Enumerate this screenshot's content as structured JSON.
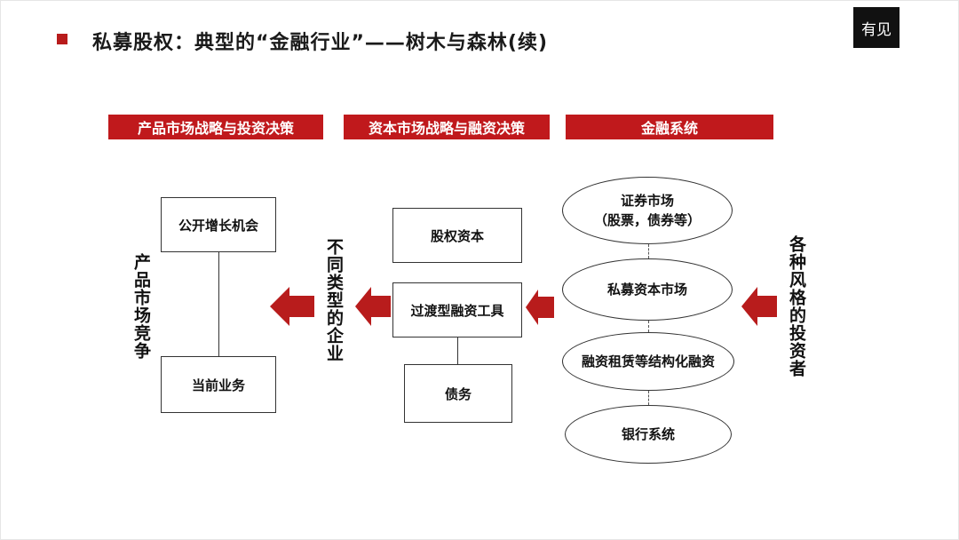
{
  "slide": {
    "title": "私募股权：典型的“金融行业”——树木与森林(续)",
    "logo_text": "有见"
  },
  "headers": {
    "product_market": "产品市场战略与投资决策",
    "capital_market": "资本市场战略与融资决策",
    "financial_system": "金融系统"
  },
  "left_column": {
    "top_box": "公开增长机会",
    "bottom_box": "当前业务",
    "side_label": "产品市场竞争"
  },
  "middle_column": {
    "side_label": "不同类型的企业",
    "boxes": [
      "股权资本",
      "过渡型融资工具",
      "债务"
    ]
  },
  "right_column": {
    "side_label": "各种风格的投资者",
    "ellipses": [
      {
        "line1": "证券市场",
        "line2": "（股票，债券等）"
      },
      {
        "line1": "私募资本市场",
        "line2": ""
      },
      {
        "line1": "融资租赁等结构化融资",
        "line2": ""
      },
      {
        "line1": "银行系统",
        "line2": ""
      }
    ]
  },
  "colors": {
    "accent_red": "#c0191c",
    "arrow_red": "#b81c1c",
    "text_dark": "#111111"
  }
}
